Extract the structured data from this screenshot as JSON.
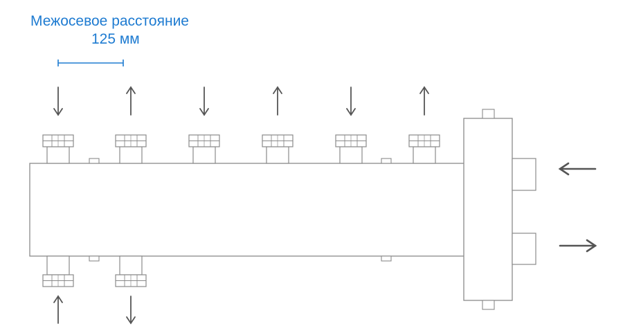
{
  "spacing_label": {
    "title": "Межосевое расстояние",
    "value": "125 мм"
  },
  "colors": {
    "accent": "#1e7bd1",
    "line": "#8a8a8a",
    "arrow": "#555555"
  },
  "top_port_flows": [
    "down",
    "up",
    "down",
    "up",
    "down",
    "up"
  ],
  "bottom_port_flows": [
    "up",
    "down"
  ],
  "side_port_flows": [
    "in",
    "out"
  ]
}
